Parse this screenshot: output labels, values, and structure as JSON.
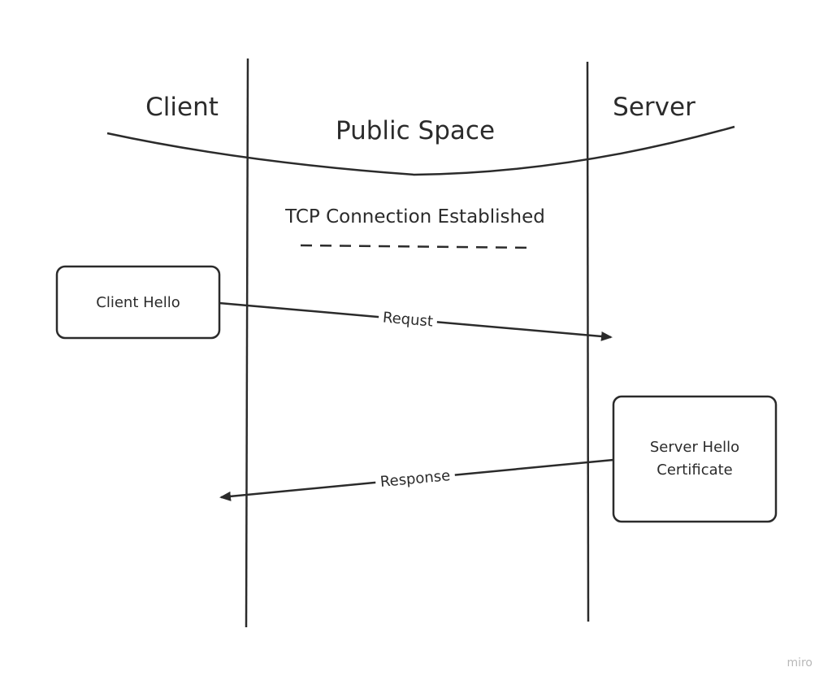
{
  "diagram": {
    "zones": {
      "client": "Client",
      "public_space": "Public Space",
      "server": "Server"
    },
    "tcp_caption": "TCP Connection Established",
    "client_box": {
      "lines": [
        "Client Hello"
      ]
    },
    "server_box": {
      "lines": [
        "Server Hello",
        "Certificate"
      ]
    },
    "request_label": "Requst",
    "response_label": "Response",
    "watermark": "miro"
  },
  "colors": {
    "stroke": "#2b2b2b",
    "background": "#ffffff",
    "watermark": "#b8b8b8"
  }
}
